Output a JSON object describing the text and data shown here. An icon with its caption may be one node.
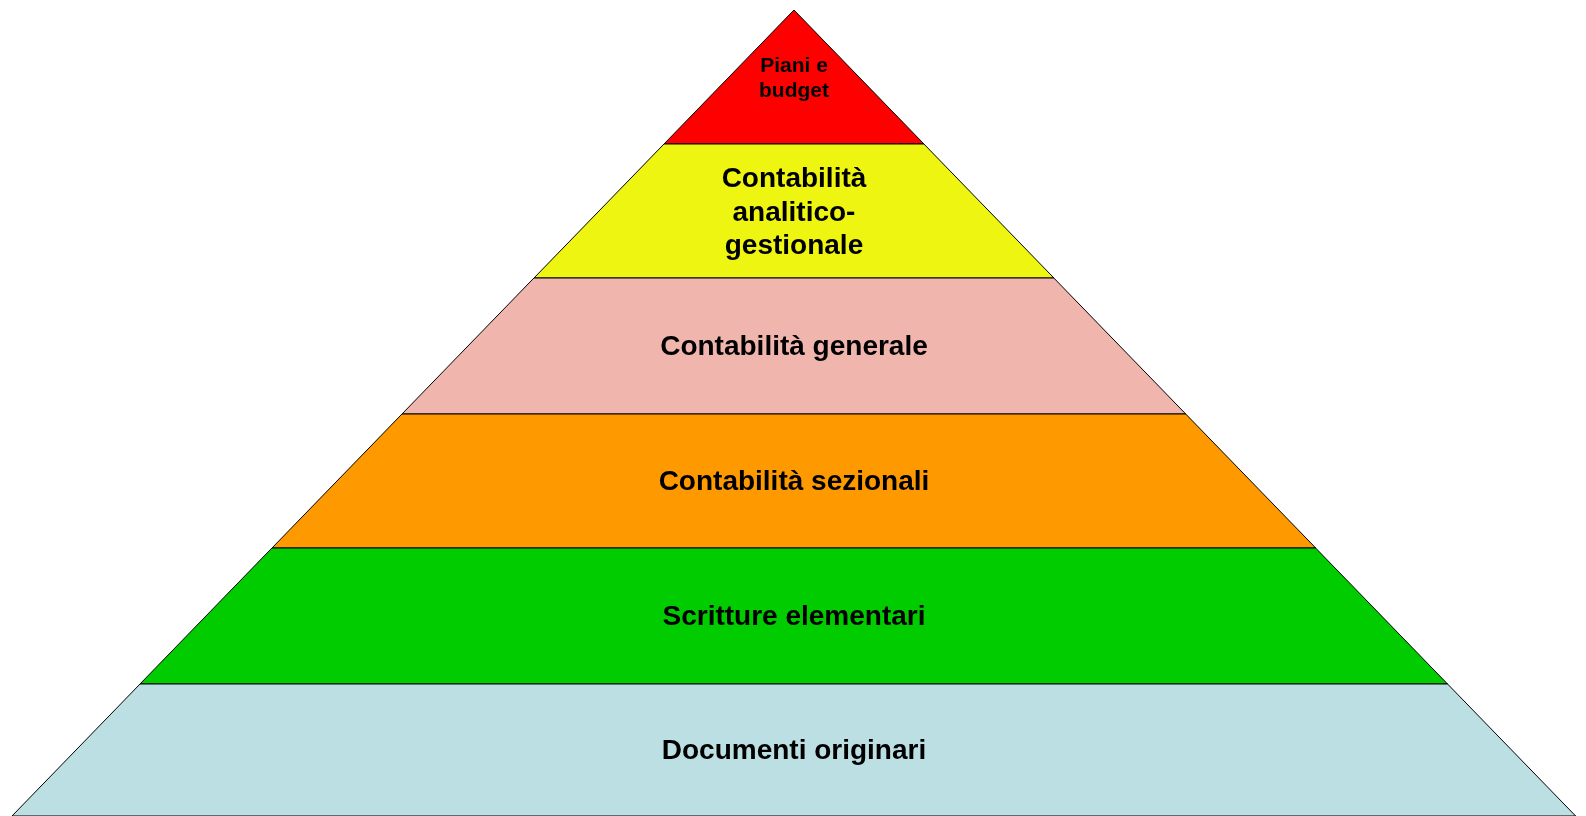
{
  "diagram": {
    "nodes": [
      {
        "text": [
          "Piani e budget"
        ]
      },
      {
        "text": [
          "Contabilità analitico-gestionale"
        ]
      },
      {
        "text": [
          "Contabilità generale"
        ]
      },
      {
        "text": [
          "Contabilità sezionali"
        ]
      },
      {
        "text": [
          "Scritture elementari"
        ]
      },
      {
        "text": [
          "Documenti originari"
        ]
      }
    ]
  }
}
